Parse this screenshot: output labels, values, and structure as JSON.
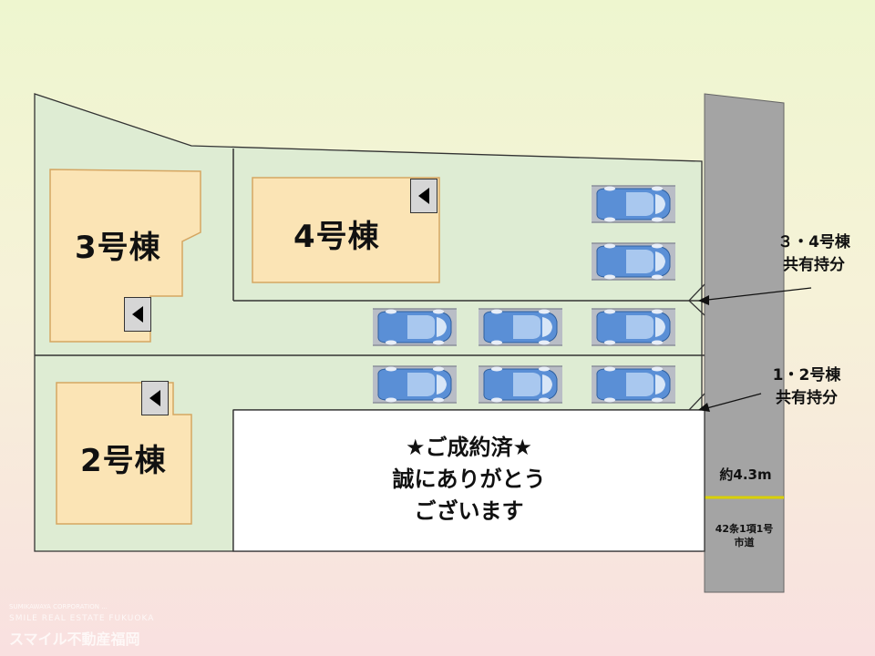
{
  "lots": {
    "lot3": "3号棟",
    "lot4": "4号棟",
    "lot2": "2号棟"
  },
  "shared": {
    "lot34": [
      "３・4号棟",
      "共有持分"
    ],
    "lot12": [
      "1・2号棟",
      "共有持分"
    ]
  },
  "sold_message": [
    "★ご成約済★",
    "誠にありがとう",
    "ございます"
  ],
  "road": {
    "width": "約4.3m",
    "type": [
      "42条1項1号",
      "市道"
    ]
  },
  "watermark": {
    "tagline": "SUMIKAWAYA CORPORATION ...",
    "english": "SMILE REAL ESTATE FUKUOKA",
    "japanese": "スマイル不動産福岡"
  },
  "colors": {
    "land": "#deecd3",
    "house": "#fbe4b5",
    "road": "#a4a4a4",
    "road_line": "#d9d000",
    "car_body": "#5a8fd6"
  },
  "icons": [
    "entrance-arrow-icon",
    "car-icon"
  ]
}
